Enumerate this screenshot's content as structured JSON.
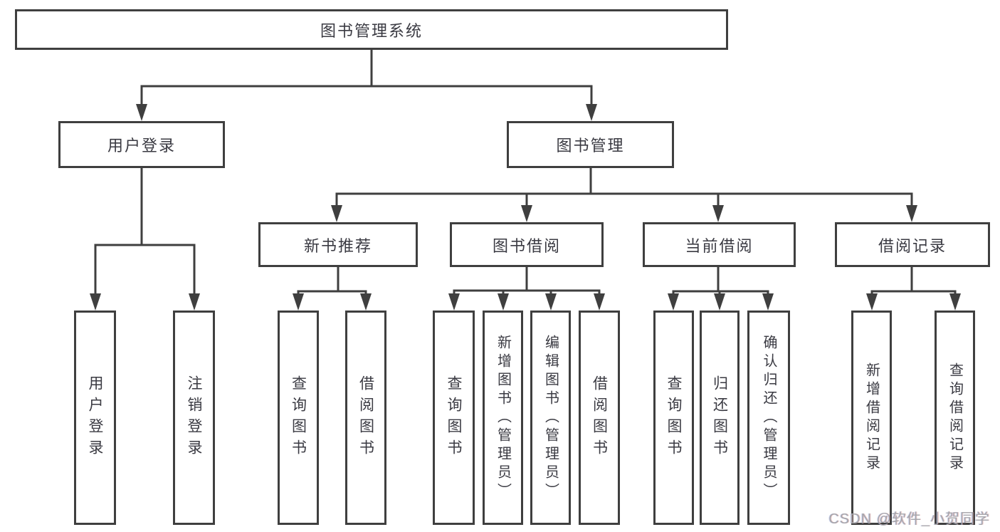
{
  "diagram": {
    "root": {
      "label": "图书管理系统"
    },
    "level2": [
      {
        "label": "用户登录"
      },
      {
        "label": "图书管理"
      }
    ],
    "level3": [
      {
        "label": "新书推荐"
      },
      {
        "label": "图书借阅"
      },
      {
        "label": "当前借阅"
      },
      {
        "label": "借阅记录"
      }
    ],
    "leaves": [
      {
        "label": "用户登录"
      },
      {
        "label": "注销登录"
      },
      {
        "label": "查询图书"
      },
      {
        "label": "借阅图书"
      },
      {
        "label": "查询图书"
      },
      {
        "label": "新增图书（管理员）"
      },
      {
        "label": "编辑图书（管理员）"
      },
      {
        "label": "借阅图书"
      },
      {
        "label": "查询图书"
      },
      {
        "label": "归还图书"
      },
      {
        "label": "确认归还（管理员）"
      },
      {
        "label": "新增借阅记录"
      },
      {
        "label": "查询借阅记录"
      }
    ],
    "watermark": "CSDN @软件_小贺同学",
    "line_color": "#3f3f3f"
  }
}
